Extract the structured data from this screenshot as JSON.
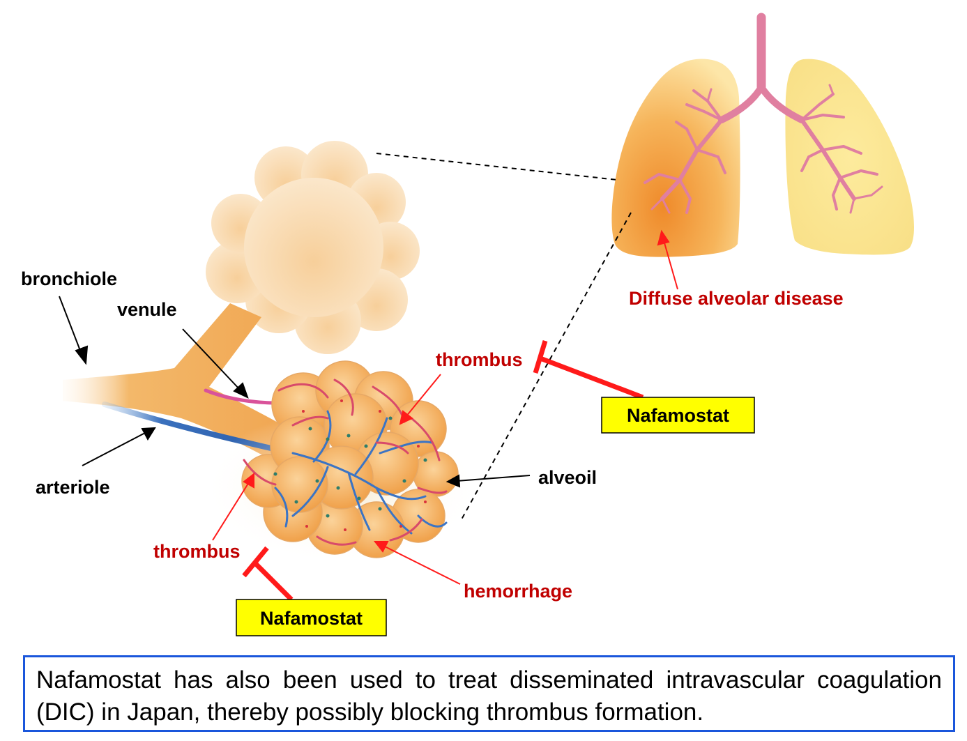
{
  "labels": {
    "bronchiole": "bronchiole",
    "venule": "venule",
    "arteriole": "arteriole",
    "alveoil": "alveoil",
    "thrombus_upper": "thrombus",
    "thrombus_lower": "thrombus",
    "hemorrhage": "hemorrhage",
    "diffuse": "Diffuse alveolar disease"
  },
  "drugs": {
    "upper": "Nafamostat",
    "lower": "Nafamostat"
  },
  "caption": "Nafamostat has also been used to treat disseminated intravascular coagulation (DIC) in Japan, thereby possibly blocking thrombus formation.",
  "colors": {
    "label_red": "#c00000",
    "inhibitor_red": "#ff1a1a",
    "drug_box": "#ffff00",
    "caption_border": "#1a56db",
    "lung_left": "#f4a640",
    "lung_right": "#fbe38c",
    "airway": "#e08aa6"
  }
}
